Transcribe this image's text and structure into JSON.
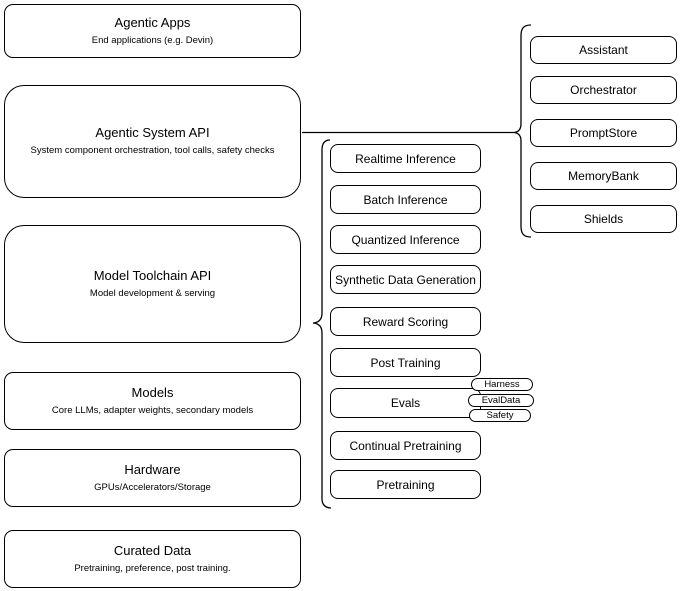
{
  "colors": {
    "stroke": "#000000",
    "background": "#ffffff",
    "text": "#000000"
  },
  "stack": {
    "agentic_apps": {
      "title": "Agentic Apps",
      "subtitle": "End applications (e.g. Devin)"
    },
    "agentic_system_api": {
      "title": "Agentic System API",
      "subtitle": "System component orchestration, tool calls, safety checks"
    },
    "model_toolchain_api": {
      "title": "Model Toolchain API",
      "subtitle": "Model development & serving"
    },
    "models": {
      "title": "Models",
      "subtitle": "Core LLMs, adapter weights, secondary models"
    },
    "hardware": {
      "title": "Hardware",
      "subtitle": "GPUs/Accelerators/Storage"
    },
    "curated_data": {
      "title": "Curated Data",
      "subtitle": "Pretraining, preference, post training."
    }
  },
  "toolchain_components": {
    "items": [
      "Realtime Inference",
      "Batch Inference",
      "Quantized Inference",
      "Synthetic Data Generation",
      "Reward Scoring",
      "Post Training",
      "Evals",
      "Continual Pretraining",
      "Pretraining"
    ],
    "evals_children": [
      "Harness",
      "EvalData",
      "Safety"
    ]
  },
  "system_components": {
    "items": [
      "Assistant",
      "Orchestrator",
      "PromptStore",
      "MemoryBank",
      "Shields"
    ]
  }
}
